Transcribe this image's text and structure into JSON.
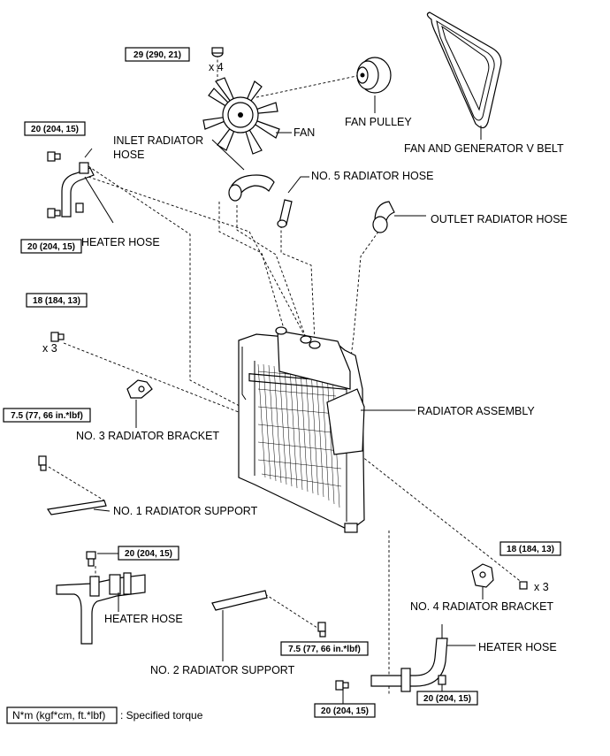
{
  "labels": {
    "fan_pulley": "FAN PULLEY",
    "fan": "FAN",
    "v_belt": "FAN AND GENERATOR V BELT",
    "inlet_hose_1": "INLET RADIATOR",
    "inlet_hose_2": "HOSE",
    "no5_hose": "NO. 5 RADIATOR HOSE",
    "outlet_hose": "OUTLET RADIATOR HOSE",
    "heater_hose_top": "HEATER HOSE",
    "radiator_assembly": "RADIATOR ASSEMBLY",
    "no3_bracket": "NO. 3 RADIATOR BRACKET",
    "no1_support": "NO. 1 RADIATOR SUPPORT",
    "no4_bracket": "NO. 4 RADIATOR BRACKET",
    "heater_hose_left": "HEATER HOSE",
    "heater_hose_right": "HEATER HOSE",
    "no2_support": "NO. 2 RADIATOR SUPPORT"
  },
  "torques": {
    "fan_bolt": "29 (290, 21)",
    "heater_top_1": "20 (204, 15)",
    "heater_top_2": "20 (204, 15)",
    "no3_bolt": "18 (184, 13)",
    "no1_bolt": "7.5 (77, 66 in.*lbf)",
    "heater_left": "20 (204, 15)",
    "no4_bolt": "18 (184, 13)",
    "no2_bolt": "7.5 (77, 66 in.*lbf)",
    "heater_right_1": "20 (204, 15)",
    "heater_right_2": "20 (204, 15)"
  },
  "multipliers": {
    "fan_bolts": "x 4",
    "no3_bolts": "x 3",
    "no4_bolts": "x 3"
  },
  "legend": {
    "unit": "N*m (kgf*cm, ft.*lbf)",
    "description": ": Specified torque"
  }
}
